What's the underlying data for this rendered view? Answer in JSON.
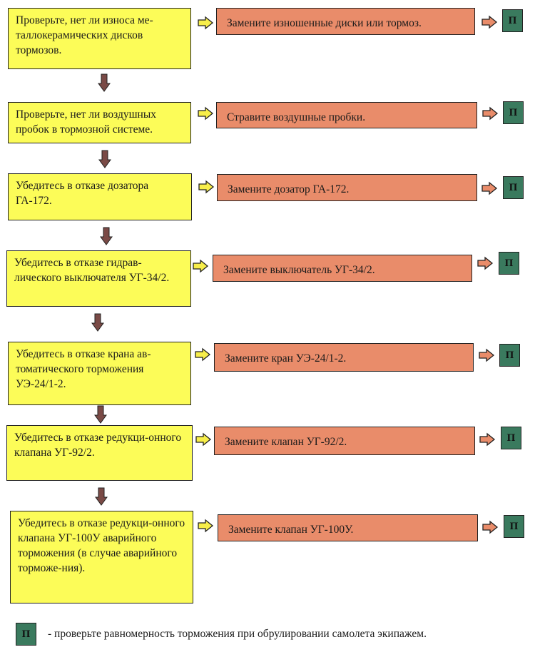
{
  "colors": {
    "check_box": "#fcfc58",
    "action_box": "#e98c6a",
    "badge": "#3a7a5e",
    "right_arrow_fill": "#f7ee4a",
    "down_arrow_fill": "#7a4a46"
  },
  "steps": [
    {
      "check": "Проверьте, нет ли износа ме-таллокерамических дисков тормозов.",
      "action": "Замените изношенные диски или тормоз.",
      "badge": "П"
    },
    {
      "check": "Проверьте, нет ли воздушных пробок в тормозной системе.",
      "action": "Стравите воздушные пробки.",
      "badge": "П"
    },
    {
      "check": "Убедитесь в отказе дозатора ГА-172.",
      "action": "Замените дозатор ГА-172.",
      "badge": "П"
    },
    {
      "check": "Убедитесь в отказе  гидрав-лического выключателя УГ-34/2.",
      "action": "Замените выключатель УГ-34/2.",
      "badge": "П"
    },
    {
      "check": "Убедитесь в отказе крана ав-томатического торможения УЭ-24/1-2.",
      "action": "Замените кран УЭ-24/1-2.",
      "badge": "П"
    },
    {
      "check": "Убедитесь в отказе редукци-онного клапана  УГ-92/2.",
      "action": "Замените клапан УГ-92/2.",
      "badge": "П"
    },
    {
      "check": "Убедитесь в отказе редукци-онного клапана  УГ-100У аварийного торможения (в случае аварийного торможе-ния).",
      "action": "Замените клапан УГ-100У.",
      "badge": "П"
    }
  ],
  "legend": {
    "badge": "П",
    "text": "- проверьте равномерность торможения при обрулировании самолета экипажем."
  }
}
